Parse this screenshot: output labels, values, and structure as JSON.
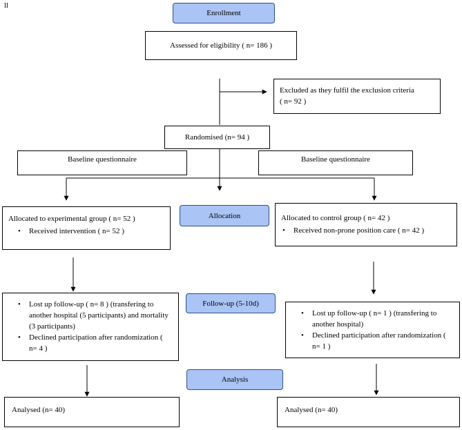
{
  "corner_mark": "ll",
  "stages": {
    "enrollment": "Enrollment",
    "allocation": "Allocation",
    "followup": "Follow-up (5-10d)",
    "analysis": "Analysis"
  },
  "assessed": "Assessed for eligibility ( n= 186  )",
  "excluded": {
    "line1": "Excluded as they fulfil the exclusion criteria",
    "line2": "( n= 92 )"
  },
  "randomised": "Randomised (n= 94  )",
  "baseline_left": "Baseline questionnaire",
  "baseline_right": "Baseline questionnaire",
  "allocated_experimental": {
    "title": "Allocated to experimental group ( n= 52 )",
    "bullets": [
      "Received intervention ( n= 52 )"
    ]
  },
  "allocated_control": {
    "title": "Allocated to control group ( n= 42 )",
    "bullets": [
      "Received non-prone position care ( n= 42 )"
    ]
  },
  "followup_left": {
    "bullets": [
      "Lost up follow-up ( n= 8 ) (transfering to another hospital (5 participants) and mortality (3 participants)",
      "Declined participation after randomization ( n= 4 )"
    ]
  },
  "followup_right": {
    "bullets": [
      "Lost up follow-up ( n= 1 ) (transfering to another hospital)",
      "Declined participation after randomization ( n= 1 )"
    ]
  },
  "analysed_left": "Analysed (n= 40)",
  "analysed_right": "Analysed (n= 40)"
}
